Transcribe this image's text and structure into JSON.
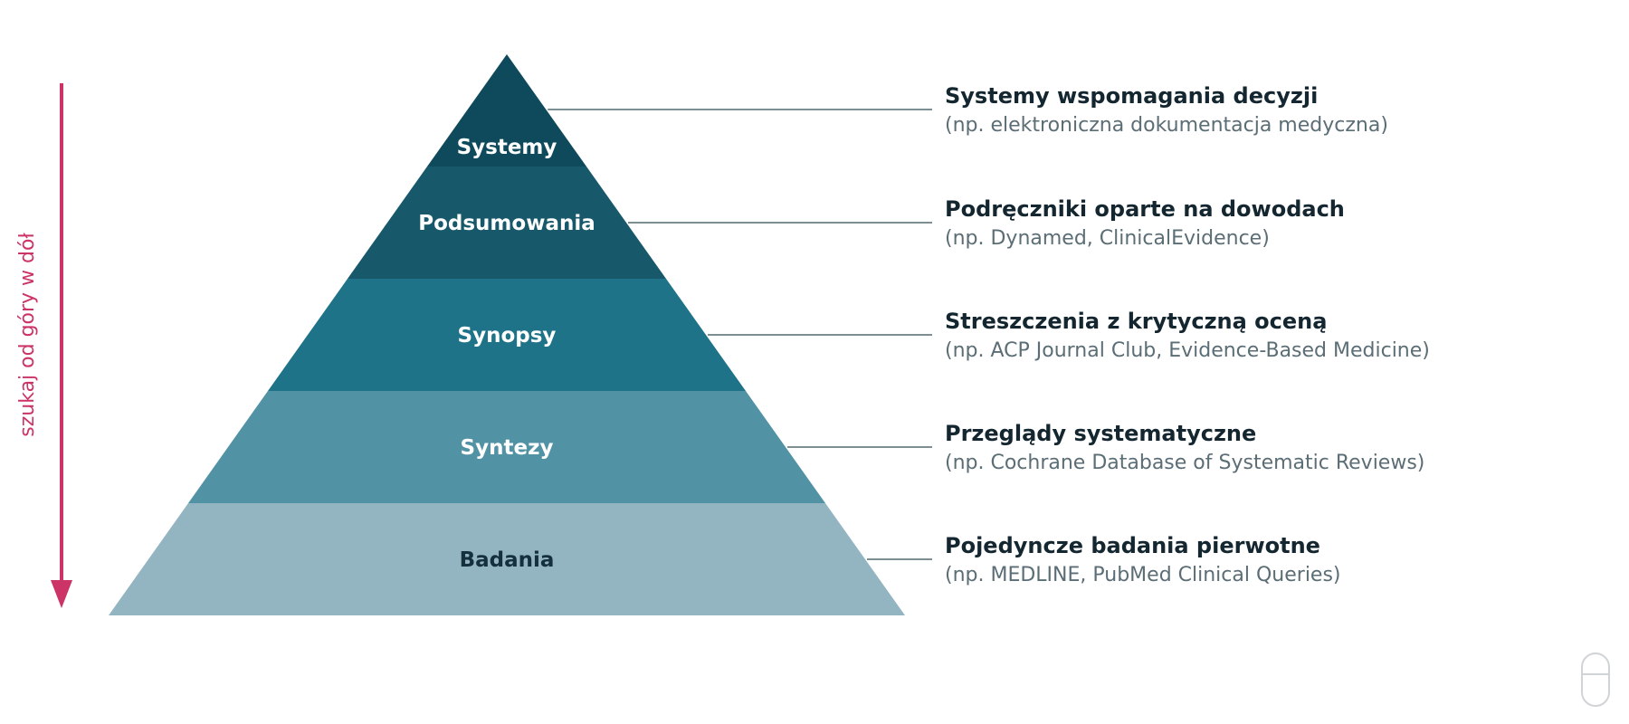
{
  "search_direction": {
    "label": "szukaj od góry w dół",
    "color": "#cc3366"
  },
  "levels": [
    {
      "label": "Systemy",
      "fill": "#0e4a5c",
      "text_color": "#ffffff",
      "title": "Systemy wspomagania decyzji",
      "subtitle": "(np. elektroniczna dokumentacja medyczna)"
    },
    {
      "label": "Podsumowania",
      "fill": "#17596a",
      "text_color": "#ffffff",
      "title": "Podręczniki oparte na dowodach",
      "subtitle": "(np. Dynamed, ClinicalEvidence)"
    },
    {
      "label": "Synopsy",
      "fill": "#1e7388",
      "text_color": "#ffffff",
      "title": "Streszczenia z krytyczną oceną",
      "subtitle": "(np. ACP Journal Club, Evidence-Based Medicine)"
    },
    {
      "label": "Syntezy",
      "fill": "#5193a4",
      "text_color": "#ffffff",
      "title": "Przeglądy systematyczne",
      "subtitle": "(np. Cochrane Database of Systematic Reviews)"
    },
    {
      "label": "Badania",
      "fill": "#93b5c1",
      "text_color": "#14303c",
      "title": "Pojedyncze badania pierwotne",
      "subtitle": "(np. MEDLINE, PubMed Clinical Queries)"
    }
  ],
  "connector_color": "#7d8e95",
  "mouse_icon": {
    "name": "mouse-icon",
    "color": "#d0d4d6"
  }
}
